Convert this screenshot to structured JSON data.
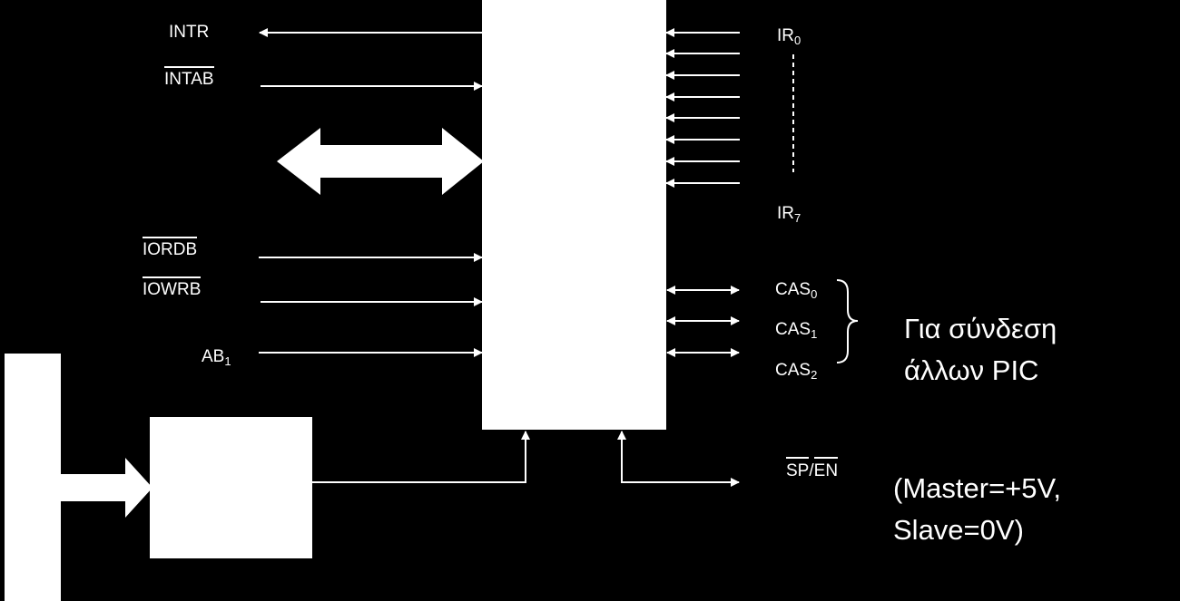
{
  "signals": {
    "intr": "INTR",
    "intab": "INTAB",
    "iordb": "IORDB",
    "iowrb": "IOWRB",
    "ab1_base": "AB",
    "ab1_sub": "1",
    "ir_base": "IR",
    "ir0_sub": "0",
    "ir7_sub": "7",
    "cas_base": "CAS",
    "cas0_sub": "0",
    "cas1_sub": "1",
    "cas2_sub": "2",
    "sp": "SP",
    "sep": "/",
    "en": "EN"
  },
  "notes": {
    "cascade_line1": "Για σύνδεση",
    "cascade_line2": "άλλων PIC",
    "mode_line1": "(Master=+5V,",
    "mode_line2": "Slave=0V)"
  },
  "colors": {
    "background": "#000000",
    "foreground": "#ffffff"
  }
}
